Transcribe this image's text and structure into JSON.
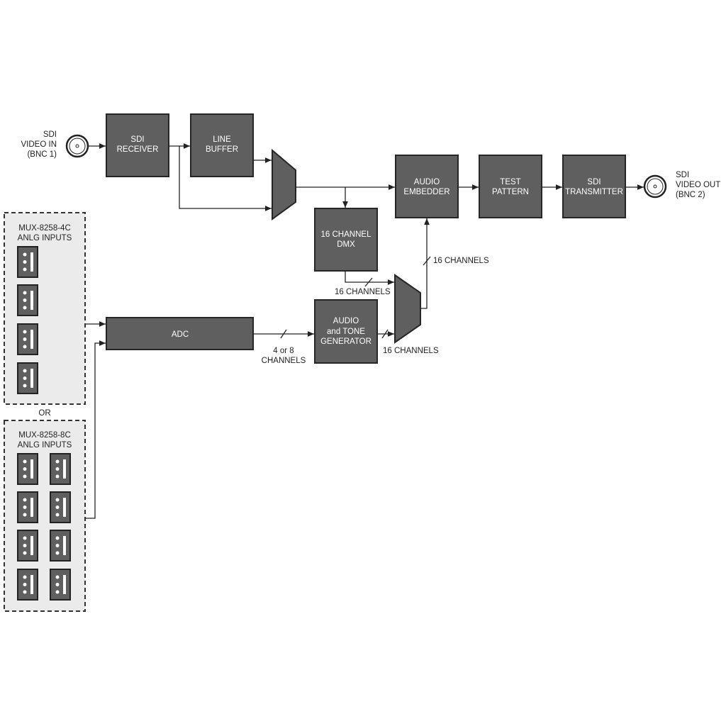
{
  "blocks": {
    "sdi_receiver": [
      "SDI",
      "RECEIVER"
    ],
    "line_buffer": [
      "LINE",
      "BUFFER"
    ],
    "audio_embedder": [
      "AUDIO",
      "EMBEDDER"
    ],
    "test_pattern": [
      "TEST",
      "PATTERN"
    ],
    "sdi_transmitter": [
      "SDI",
      "TRANSMITTER"
    ],
    "dmx": [
      "16 CHANNEL",
      "DMX"
    ],
    "adc": "ADC",
    "tone_generator": [
      "AUDIO",
      "and TONE",
      "GENERATOR"
    ]
  },
  "io": {
    "input": [
      "SDI",
      "VIDEO IN",
      "(BNC 1)"
    ],
    "output": [
      "SDI",
      "VIDEO OUT",
      "(BNC 2)"
    ]
  },
  "groups": {
    "four_channel": [
      "MUX-8258-4C",
      "ANLG INPUTS"
    ],
    "or": "OR",
    "eight_channel": [
      "MUX-8258-8C",
      "ANLG INPUTS"
    ]
  },
  "bus_labels": {
    "dmx_out": "16 CHANNELS",
    "adc_out": [
      "4 or 8",
      "CHANNELS"
    ],
    "gen_out": "16 CHANNELS",
    "mux_out": "16 CHANNELS"
  },
  "colors": {
    "block": "#5f5f5f",
    "group_bg": "#ebebeb"
  }
}
